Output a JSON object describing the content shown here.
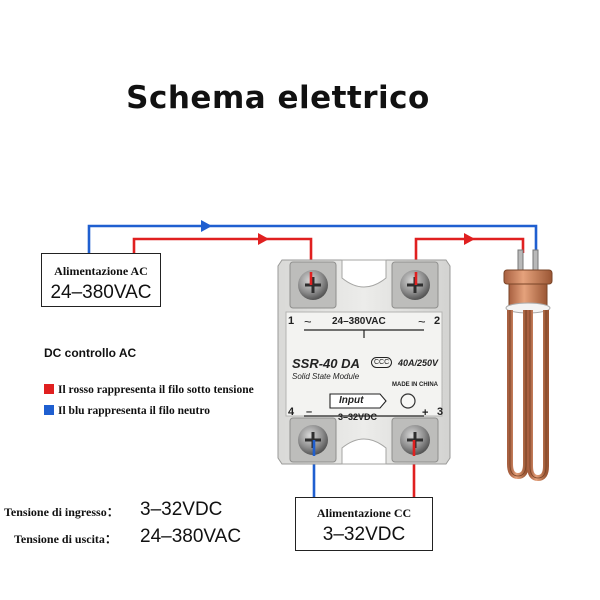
{
  "title": "Schema elettrico",
  "ac_supply": {
    "title": "Alimentazione AC",
    "value": "24–380VAC"
  },
  "dc_supply": {
    "title": "Alimentazione CC",
    "value": "3–32VDC"
  },
  "legend": {
    "heading": "DC controllo AC",
    "red_text": "Il rosso rappresenta il filo sotto tensione",
    "blue_text": "Il blu rappresenta il filo neutro",
    "red_color": "#e02020",
    "blue_color": "#1f5fd0"
  },
  "specs": {
    "input_label": "Tensione di ingresso：",
    "input_value": "3–32VDC",
    "output_label": "Tensione di uscita：",
    "output_value": "24–380VAC"
  },
  "relay": {
    "ac_range": "24–380VAC",
    "model": "SSR-40 DA",
    "rating": "40A/250V",
    "subtitle": "Solid State Module",
    "made_in": "MADE IN CHINA",
    "input_label": "Input",
    "dc_range": "3–32VDC",
    "cert_mark": "CCC",
    "terminal_1": "1",
    "terminal_2": "2",
    "terminal_3": "3",
    "terminal_4": "4",
    "tilde_left": "~",
    "tilde_right": "~",
    "minus_sign": "–",
    "plus_sign": "+"
  },
  "colors": {
    "red_wire": "#e02020",
    "blue_wire": "#1f5fd0",
    "relay_body": "#e4e4e2",
    "heater": "#c07a55"
  }
}
